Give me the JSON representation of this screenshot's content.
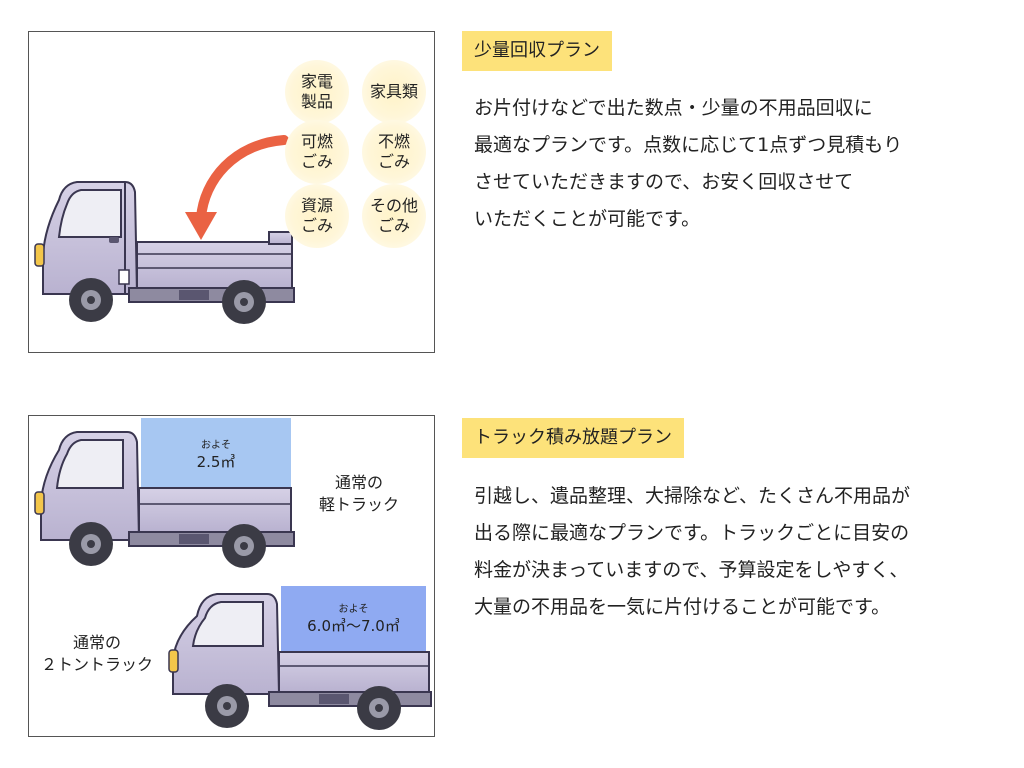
{
  "plan1": {
    "title": "少量回収プラン",
    "description_lines": [
      "お片付けなどで出た数点・少量の不用品回収に",
      "最適なプランです。点数に応じて1点ずつ見積もり",
      "させていただきますので、お安く回収させて",
      "いただくことが可能です。"
    ],
    "bubbles": [
      "家電\n製品",
      "家具類",
      "可燃\nごみ",
      "不燃\nごみ",
      "資源\nごみ",
      "その他\nごみ"
    ]
  },
  "plan2": {
    "title": "トラック積み放題プラン",
    "description_lines": [
      "引越し、遺品整理、大掃除など、たくさん不用品が",
      "出る際に最適なプランです。トラックごとに目安の",
      "料金が決まっていますので、予算設定をしやすく、",
      "大量の不用品を一気に片付けることが可能です。"
    ],
    "kei_truck": {
      "label": "通常の\n軽トラック",
      "approx": "およそ",
      "volume": "2.5㎥"
    },
    "two_ton_truck": {
      "label": "通常の\n２トントラック",
      "approx": "およそ",
      "volume": "6.0㎥～7.0㎥"
    }
  },
  "colors": {
    "title_bg": "#fde27a",
    "truck_body": "#c9c3dc",
    "kei_cargo": "#a7c7f2",
    "two_ton_cargo": "#8faaf2",
    "arrow": "#ea6243",
    "bubble": "#fff3c8"
  }
}
